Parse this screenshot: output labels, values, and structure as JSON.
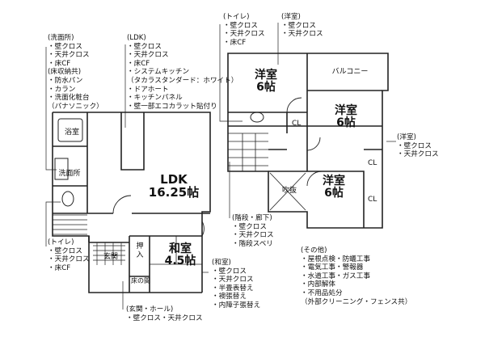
{
  "rooms": {
    "ldk": {
      "name": "LDK",
      "size": "16.25帖"
    },
    "washitsu": {
      "name": "和室",
      "size": "4.5帖"
    },
    "yoshitsu_a": {
      "name": "洋室",
      "size": "6帖"
    },
    "yoshitsu_b": {
      "name": "洋室",
      "size": "6帖"
    },
    "yoshitsu_c": {
      "name": "洋室",
      "size": "6帖"
    },
    "bath": "浴室",
    "senmenjo": "洗面所",
    "genkan": "玄関",
    "oshi": "押\n入",
    "tokonoma": "床の間",
    "fukinuke": "吹抜",
    "balcony": "バルコニー",
    "cl": "CL"
  },
  "annotations": {
    "senmenjo": {
      "title": "(洗面所)",
      "lines": [
        "・壁クロス",
        "・天井クロス",
        "・床CF",
        "(床収納共)",
        "・防水パン",
        "・カラン",
        "・洗面化粧台",
        "（パナソニック）"
      ]
    },
    "ldk": {
      "title": "(LDK)",
      "lines": [
        "・壁クロス",
        "・天井クロス",
        "・床CF",
        "・システムキッチン",
        "（タカラスタンダード：ホワイト）",
        "・ドアホート",
        "・キッチンパネル",
        "・壁一部エコカラット貼付り"
      ]
    },
    "toilet2f": {
      "title": "(トイレ)",
      "lines": [
        "・壁クロス",
        "・天井クロス",
        "・床CF"
      ]
    },
    "yoshitsu_top": {
      "title": "(洋室)",
      "lines": [
        "・壁クロス",
        "・天井クロス"
      ]
    },
    "yoshitsu_right": {
      "title": "(洋室)",
      "lines": [
        "・壁クロス",
        "・天井クロス"
      ]
    },
    "toilet1f": {
      "title": "(トイレ)",
      "lines": [
        "・壁クロス",
        "・天井クロス",
        "・床CF"
      ]
    },
    "kaidan": {
      "title": "(階段・廊下)",
      "lines": [
        "・壁クロス",
        "・天井クロス",
        "・階段スベリ"
      ]
    },
    "washitsu": {
      "title": "(和室)",
      "lines": [
        "・壁クロス",
        "・天井クロス",
        "・半畳表替え",
        "・襖張替え",
        "・内障子張替え"
      ]
    },
    "sonota": {
      "title": "(その他)",
      "lines": [
        "・屋根点検・防蟻工事",
        "・電気工事・警報器",
        "・水道工事・ガス工事",
        "・内部解体",
        "・不用品処分",
        "（外部クリーニング・フェンス共）"
      ]
    },
    "genkan": {
      "title": "(玄関・ホール)",
      "lines": [
        "・壁クロス・天井クロス"
      ]
    }
  }
}
